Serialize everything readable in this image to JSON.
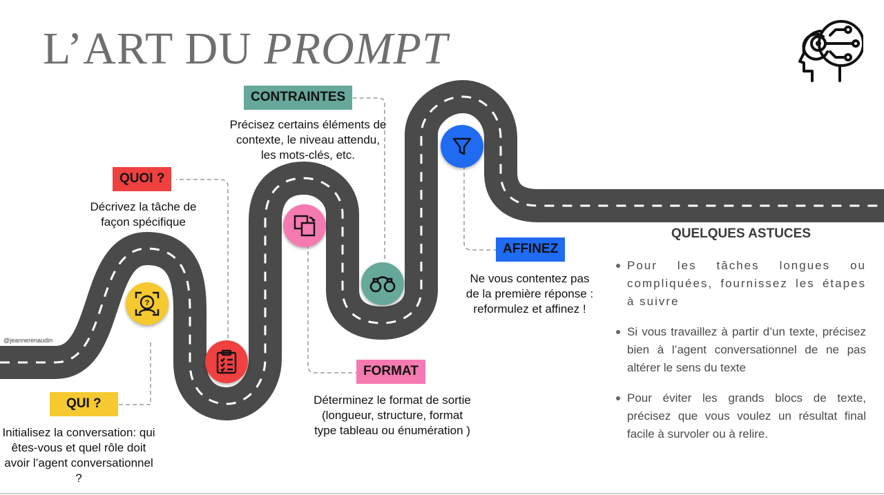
{
  "title": {
    "main": "L’ART DU ",
    "italic": "PROMPT"
  },
  "credit": "@jeannerenaudin",
  "steps": {
    "qui": {
      "label": "QUI ?",
      "text": "Initialisez la conversation: qui êtes-vous et quel rôle doit avoir l’agent conversationnel ?",
      "color": "#f5c92f",
      "icon": "user-question-icon"
    },
    "quoi": {
      "label": "QUOI ?",
      "text": "Décrivez la tâche de façon spécifique",
      "color": "#f04040",
      "icon": "clipboard-list-icon"
    },
    "format": {
      "label": "FORMAT",
      "text": "Déterminez le format de sortie (longueur, structure, format type tableau ou énumération )",
      "color": "#f57ab0",
      "icon": "copy-squares-icon"
    },
    "contraintes": {
      "label": "CONTRAINTES",
      "text": "Précisez certains éléments de contexte, le niveau attendu, les mots-clés, etc.",
      "color": "#66a89a",
      "icon": "handcuffs-icon"
    },
    "affinez": {
      "label": "AFFINEZ",
      "text": "Ne vous contentez pas de la première réponse : reformulez et affinez !",
      "color": "#1f6bf2",
      "icon": "funnel-icon"
    }
  },
  "tips": {
    "title": "QUELQUES ASTUCES",
    "items": [
      "Pour les tâches longues ou compliquées, fournissez les étapes à suivre",
      "Si vous travaillez à partir d’un texte, précisez bien à l’agent conversationnel de ne pas altérer le sens du texte",
      "Pour éviter les grands blocs de texte, précisez que vous voulez un résultat final facile à survoler ou à relire."
    ]
  },
  "logo_icon": "ai-head-icon",
  "road_color": "#4a4a4a"
}
